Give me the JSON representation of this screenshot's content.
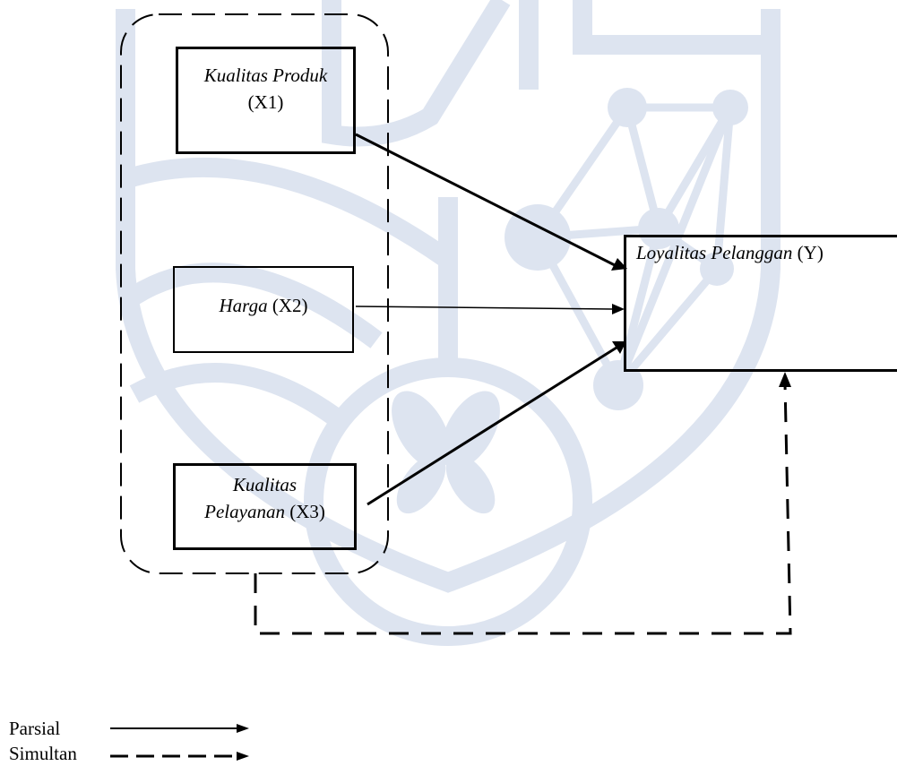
{
  "diagram": {
    "x1": {
      "name": "Kualitas Produk",
      "code": "(X1)"
    },
    "x2": {
      "name": "Harga",
      "code": "(X2)"
    },
    "x3": {
      "name_line1": "Kualitas",
      "name_line2": "Pelayanan",
      "code": "(X3)"
    },
    "y": {
      "name": "Loyalitas Pelanggan",
      "code": "(Y)"
    }
  },
  "legend": {
    "partial": "Parsial",
    "simultaneous": "Simultan"
  },
  "colors": {
    "line": "#000000",
    "watermark": "#dde4f0"
  }
}
